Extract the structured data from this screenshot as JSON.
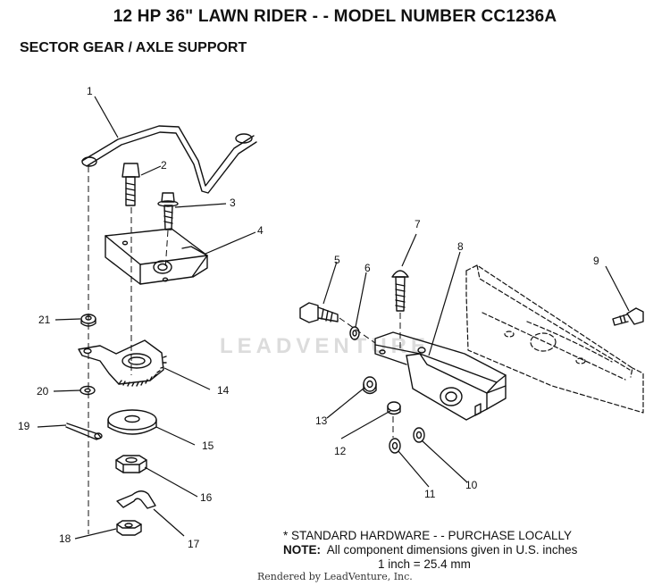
{
  "header": {
    "title": "12 HP 36\" LAWN RIDER - - MODEL NUMBER CC1236A",
    "subtitle": "SECTOR GEAR / AXLE SUPPORT"
  },
  "callouts": [
    "1",
    "2",
    "3",
    "4",
    "5",
    "6",
    "7",
    "8",
    "9",
    "10",
    "11",
    "12",
    "13",
    "14",
    "15",
    "16",
    "17",
    "18",
    "19",
    "20",
    "21"
  ],
  "notes": {
    "standard_hardware": "* STANDARD HARDWARE - - PURCHASE LOCALLY",
    "note_label": "NOTE:",
    "note_text": "All component dimensions given in U.S. inches",
    "conversion": "1 inch = 25.4 mm"
  },
  "watermark": "LEADVENTURE",
  "footer": "Rendered by LeadVenture, Inc."
}
